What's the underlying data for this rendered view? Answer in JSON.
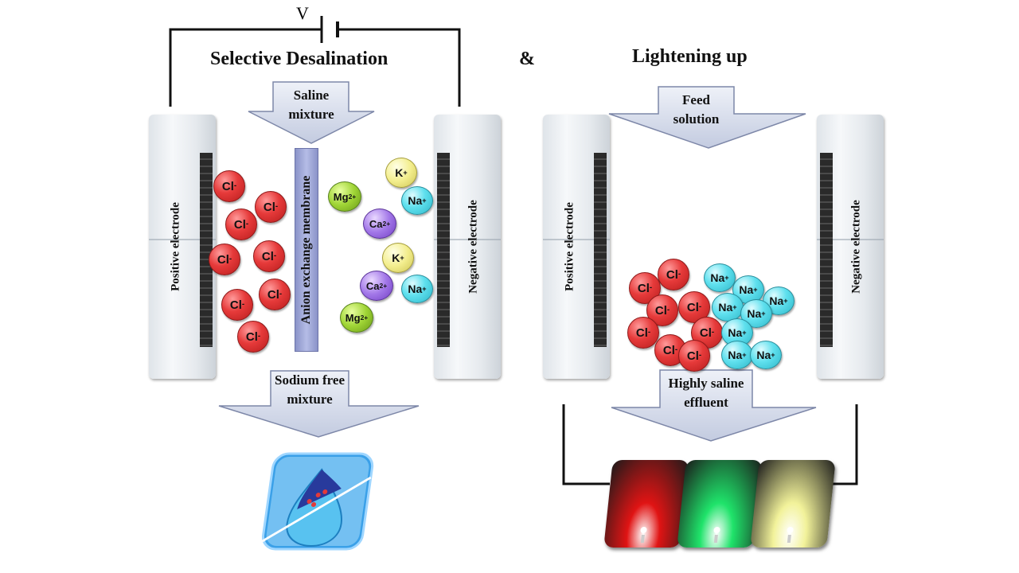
{
  "circuit": {
    "voltage_label": "V"
  },
  "left_panel": {
    "title": "Selective Desalination",
    "inlet_label": "Saline mixture",
    "outlet_label": "Sodium free mixture",
    "positive_electrode": "Positive electrode",
    "negative_electrode": "Negative electrode",
    "membrane": "Anion exchange membrane"
  },
  "connector": "&",
  "right_panel": {
    "title": "Lightening up",
    "inlet_label": "Feed solution",
    "outlet_label": "Highly saline effluent",
    "positive_electrode": "Positive electrode",
    "negative_electrode": "Negative electrode"
  },
  "ions": {
    "cl": {
      "symbol": "Cl",
      "charge": "-"
    },
    "na": {
      "symbol": "Na",
      "charge": "+"
    },
    "k": {
      "symbol": "K",
      "charge": "+"
    },
    "mg": {
      "symbol": "Mg",
      "charge": "2+"
    },
    "ca": {
      "symbol": "Ca",
      "charge": "2+"
    }
  },
  "leds": [
    {
      "color": "red",
      "hex": "#e01414"
    },
    {
      "color": "green",
      "hex": "#1fe36a"
    },
    {
      "color": "yellow",
      "hex": "#f2f29a"
    }
  ]
}
